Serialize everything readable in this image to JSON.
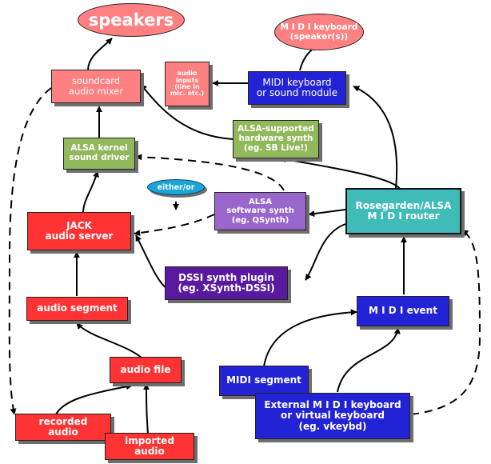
{
  "nodes": {
    "speakers": "speakers",
    "midi_speakers": "M I D I keyboard\n(speaker(s))",
    "soundcard_mixer": "soundcard\naudio mixer",
    "audio_inputs": "audio\ninputs\n(line in\nmic. etc.)",
    "midi_keyboard_module": "MIDI keyboard\nor sound module",
    "alsa_hw_synth": "ALSA-supported\nhardware synth\n(eg. SB Live!)",
    "alsa_kernel_driver": "ALSA kernel\nsound driver",
    "either_or": "either/or",
    "jack_server": "JACK\naudio server",
    "alsa_soft_synth": "ALSA\nsoftware synth\n(eg. QSynth)",
    "rosegarden_router": "Rosegarden/ALSA\nM I D I router",
    "dssi_plugin": "DSSI synth plugin\n(eg. XSynth-DSSI)",
    "audio_segment": "audio segment",
    "midi_event": "M I D I event",
    "audio_file": "audio file",
    "midi_segment": "MIDI segment",
    "external_midi_keyboard": "External M I D I keyboard\nor virtual keyboard\n(eg. vkeybd)",
    "recorded_audio": "recorded\naudio",
    "imported_audio": "imported\naudio"
  },
  "colors": {
    "red": "#ff3333",
    "pink": "#ff8080",
    "green": "#92b85c",
    "purple": "#9966cc",
    "dark_purple": "#5a1aa0",
    "blue": "#2323d6",
    "teal": "#3fbcb8",
    "either_or": "#1aa4d8"
  }
}
